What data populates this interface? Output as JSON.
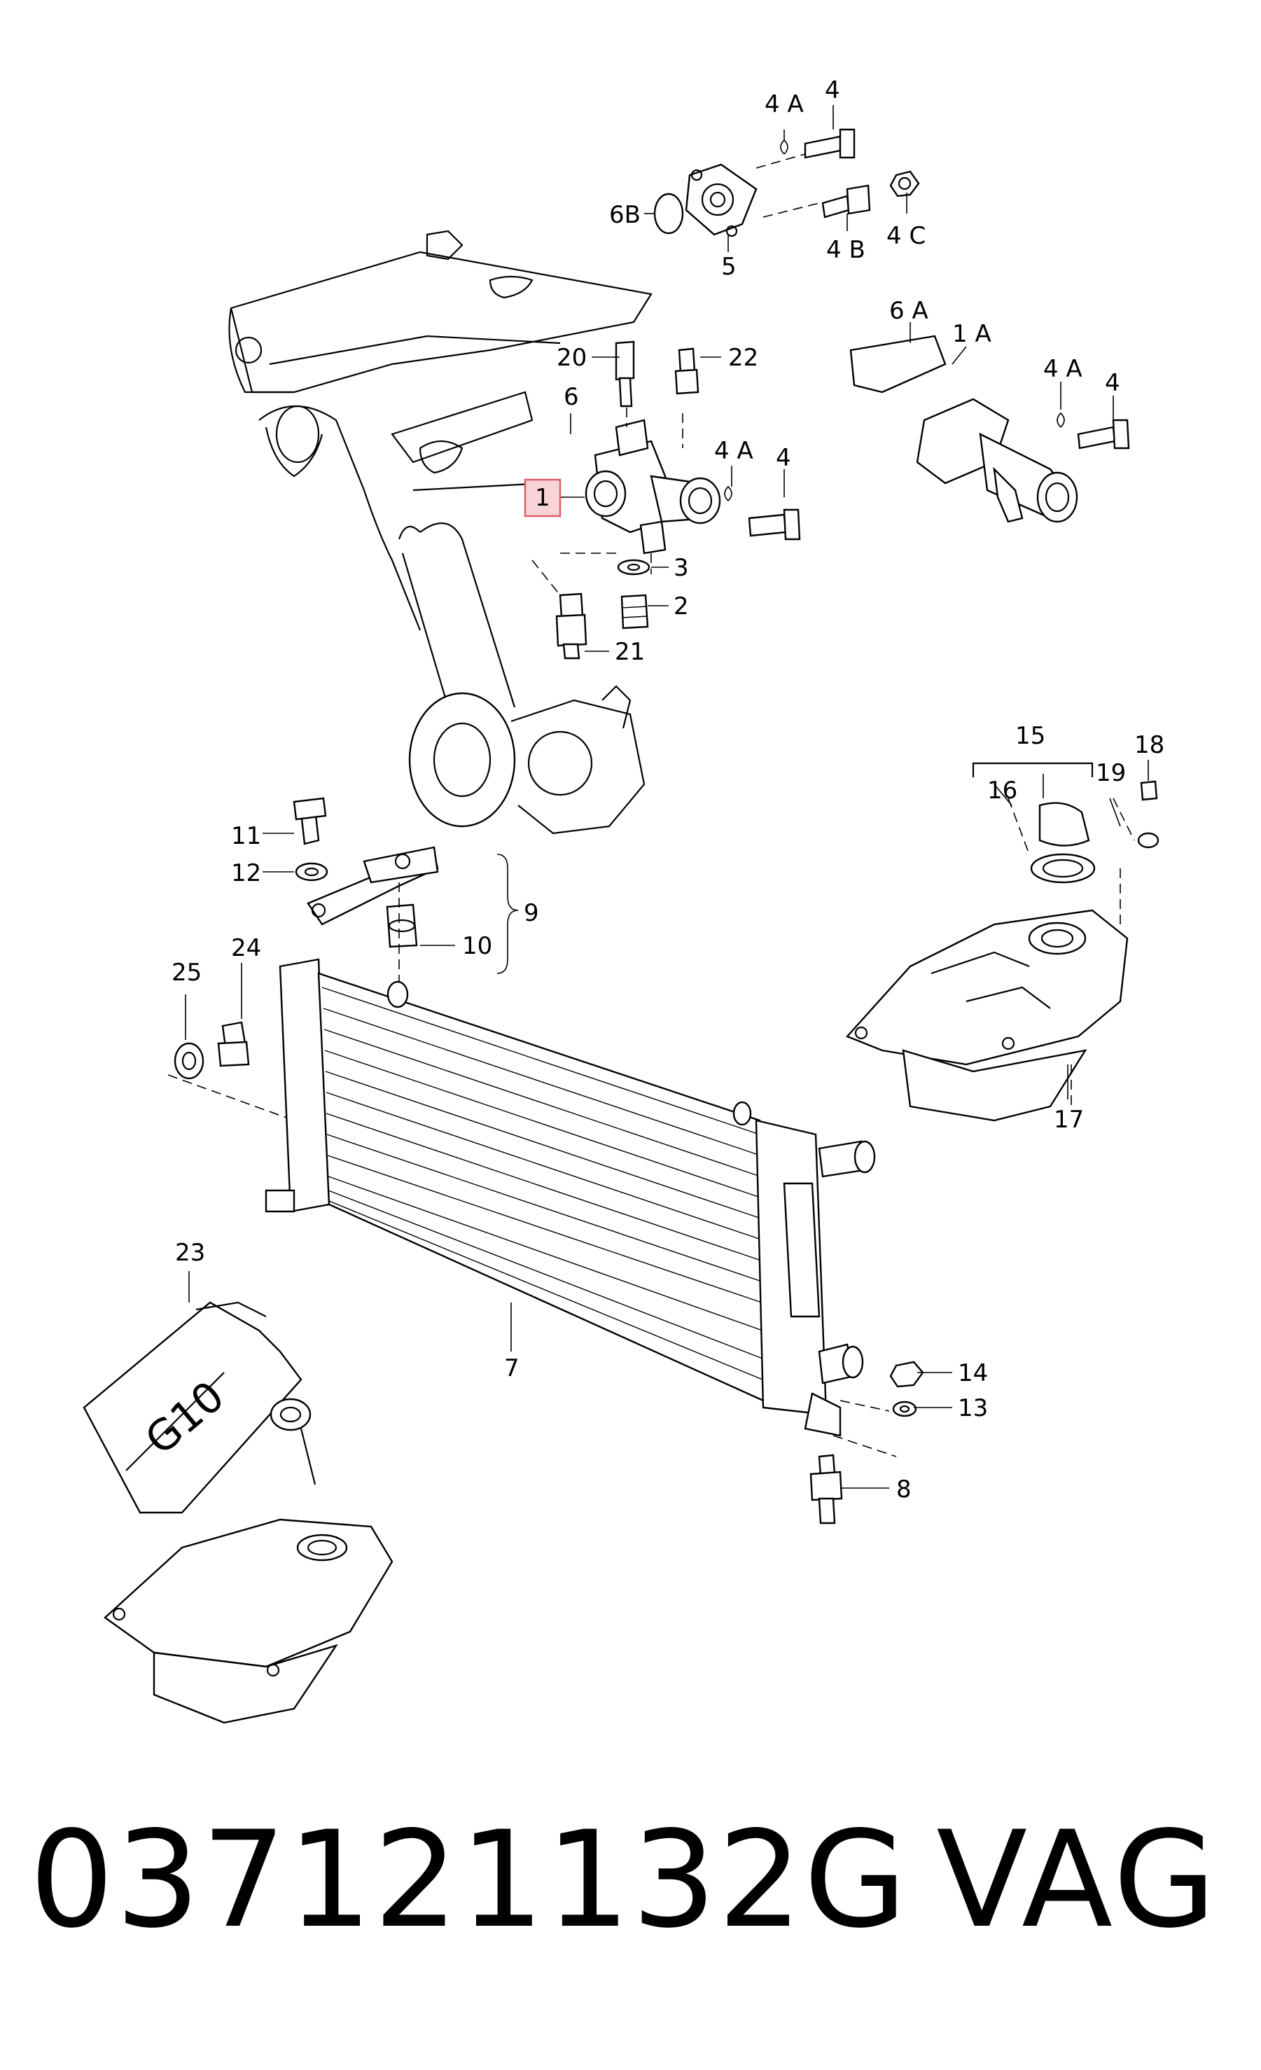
{
  "callouts": {
    "c4A_top": "4 A",
    "c4_top": "4",
    "c6B": "6B",
    "c5": "5",
    "c4B": "4 B",
    "c4C": "4 C",
    "c6A": "6 A",
    "c1A": "1 A",
    "c4A_right": "4 A",
    "c4_right": "4",
    "c20": "20",
    "c22": "22",
    "c6": "6",
    "c1": "1",
    "c4A_mid": "4 A",
    "c4_mid": "4",
    "c3": "3",
    "c2": "2",
    "c21": "21",
    "c15": "15",
    "c16": "16",
    "c18": "18",
    "c19": "19",
    "c11": "11",
    "c12": "12",
    "c9": "9",
    "c10": "10",
    "c25": "25",
    "c24": "24",
    "c17": "17",
    "c23": "23",
    "c7": "7",
    "c14": "14",
    "c13": "13",
    "c8": "8"
  },
  "highlight_color": "#e05a6a",
  "product": {
    "part_number": "037121132G",
    "brand": "VAG"
  }
}
